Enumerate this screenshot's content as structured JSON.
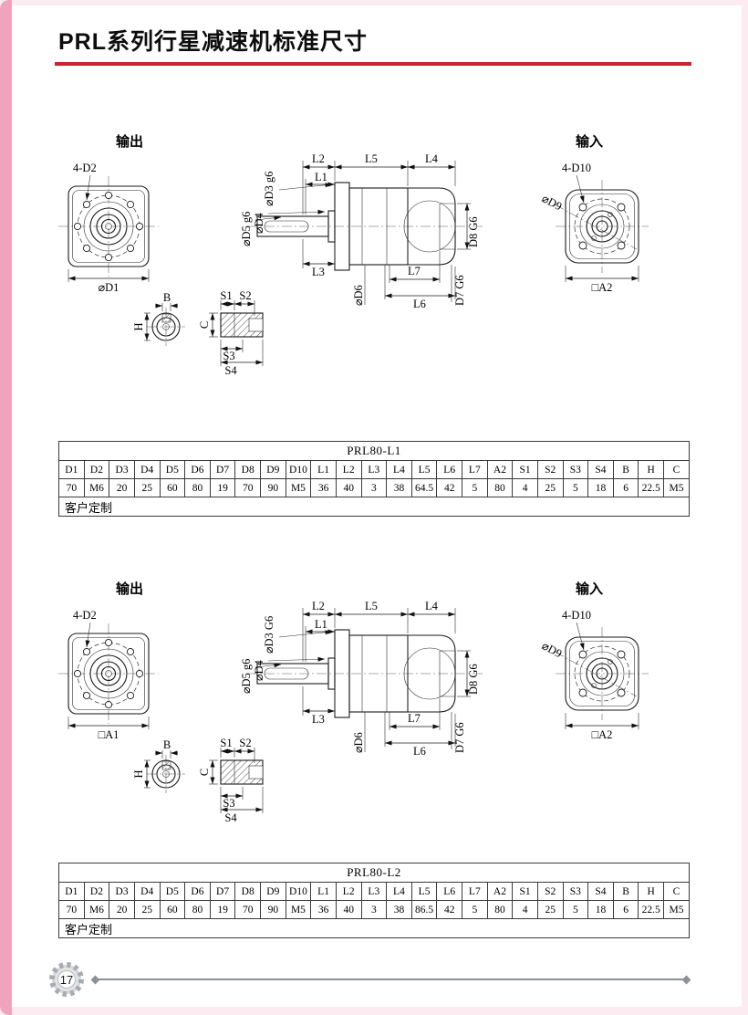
{
  "page": {
    "title": "PRL系列行星减速机标准尺寸",
    "page_number": "17",
    "accent_color": "#c9252c",
    "frame_color": "#efa3bc"
  },
  "sections": [
    {
      "output_label": "输出",
      "input_label": "输入",
      "labels": {
        "bolt_out": "4-D2",
        "flange_out": "⌀D1",
        "bolt_in": "4-D10",
        "d9": "⌀D9",
        "a2": "□A2",
        "l1": "L1",
        "l2": "L2",
        "l3": "L3",
        "l4": "L4",
        "l5": "L5",
        "l6": "L6",
        "l7": "L7",
        "d3": "⌀D3 g6",
        "d4": "⌀D4",
        "d5": "⌀D5 g6",
        "d6": "⌀D6",
        "d7": "D7 G6",
        "d8": "D8 G6",
        "b": "B",
        "h": "H",
        "c": "C",
        "s1": "S1",
        "s2": "S2",
        "s3": "S3",
        "s4": "S4"
      },
      "table": {
        "title": "PRL80-L1",
        "headers": [
          "D1",
          "D2",
          "D3",
          "D4",
          "D5",
          "D6",
          "D7",
          "D8",
          "D9",
          "D10",
          "L1",
          "L2",
          "L3",
          "L4",
          "L5",
          "L6",
          "L7",
          "A2",
          "S1",
          "S2",
          "S3",
          "S4",
          "B",
          "H",
          "C"
        ],
        "values": [
          "70",
          "M6",
          "20",
          "25",
          "60",
          "80",
          "19",
          "70",
          "90",
          "M5",
          "36",
          "40",
          "3",
          "38",
          "64.5",
          "42",
          "5",
          "80",
          "4",
          "25",
          "5",
          "18",
          "6",
          "22.5",
          "M5"
        ],
        "footer": "客户定制"
      }
    },
    {
      "output_label": "输出",
      "input_label": "输入",
      "labels": {
        "bolt_out": "4-D2",
        "flange_out": "□A1",
        "bolt_in": "4-D10",
        "d9": "⌀D9",
        "a2": "□A2",
        "l1": "L1",
        "l2": "L2",
        "l3": "L3",
        "l4": "L4",
        "l5": "L5",
        "l6": "L6",
        "l7": "L7",
        "d3": "⌀D3 G6",
        "d4": "⌀D4",
        "d5": "⌀D5 g6",
        "d6": "⌀D6",
        "d7": "D7 G6",
        "d8": "D8 G6",
        "b": "B",
        "h": "H",
        "c": "C",
        "s1": "S1",
        "s2": "S2",
        "s3": "S3",
        "s4": "S4"
      },
      "table": {
        "title": "PRL80-L2",
        "headers": [
          "D1",
          "D2",
          "D3",
          "D4",
          "D5",
          "D6",
          "D7",
          "D8",
          "D9",
          "D10",
          "L1",
          "L2",
          "L3",
          "L4",
          "L5",
          "L6",
          "L7",
          "A2",
          "S1",
          "S2",
          "S3",
          "S4",
          "B",
          "H",
          "C"
        ],
        "values": [
          "70",
          "M6",
          "20",
          "25",
          "60",
          "80",
          "19",
          "70",
          "90",
          "M5",
          "36",
          "40",
          "3",
          "38",
          "86.5",
          "42",
          "5",
          "80",
          "4",
          "25",
          "5",
          "18",
          "6",
          "22.5",
          "M5"
        ],
        "footer": "客户定制"
      }
    }
  ]
}
